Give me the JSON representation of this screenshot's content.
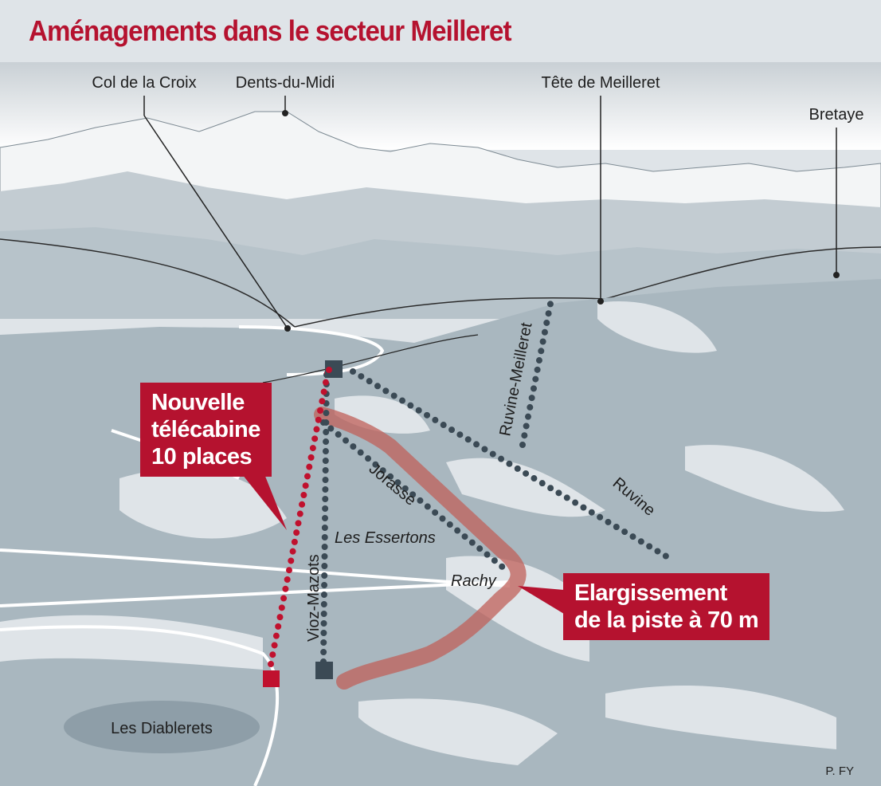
{
  "title": "Aménagements dans le secteur Meilleret",
  "peaks": {
    "col_de_la_croix": "Col de la Croix",
    "dents_du_midi": "Dents-du-Midi",
    "tete_de_meilleret": "Tête de Meilleret",
    "bretaye": "Bretaye"
  },
  "lifts": {
    "ruvine_meilleret": "Ruvine-Meilleret",
    "jorasse": "Jorasse",
    "ruvine": "Ruvine",
    "vioz_mazots": "Vioz-Mazots"
  },
  "places": {
    "les_essertons": "Les Essertons",
    "rachy": "Rachy",
    "les_diablerets": "Les Diablerets"
  },
  "callouts": {
    "telecabine": [
      "Nouvelle",
      "télécabine",
      "10 places"
    ],
    "piste": [
      "Elargissement",
      "de la piste à 70 m"
    ]
  },
  "credit": "P. FY",
  "colors": {
    "accent": "#b5122f",
    "lift": "#3b4a55",
    "piste": "#c0605a",
    "terrain": "#a9b7bf"
  }
}
